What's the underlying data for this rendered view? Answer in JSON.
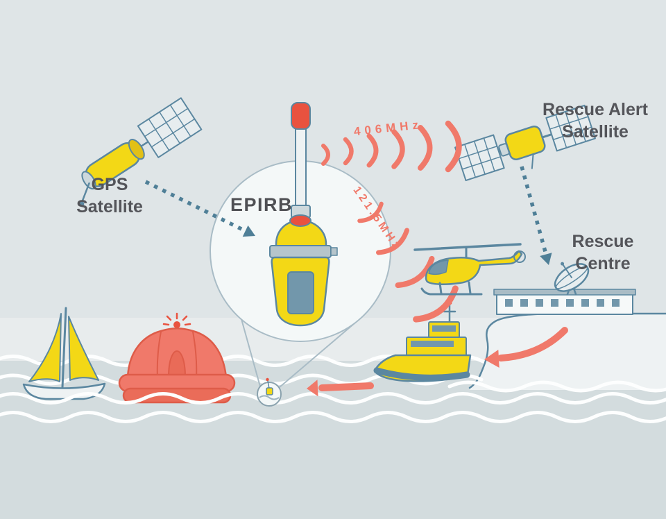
{
  "title": "EPIRB distress beacon rescue system diagram",
  "labels": {
    "gps": {
      "line1": "GPS",
      "line2": "Satellite"
    },
    "rescue_alert": {
      "line1": "Rescue Alert",
      "line2": "Satellite"
    },
    "rescue_centre": {
      "line1": "Rescue",
      "line2": "Centre"
    },
    "epirb": "EPIRB",
    "freq_primary": "406MHz",
    "freq_secondary": "121.5MHz"
  },
  "colors": {
    "background": "#dfe5e7",
    "sea": "#d3dcde",
    "wave_foam": "#fdfefe",
    "device_yellow": "#f3d816",
    "signal_salmon": "#f0796a",
    "alert_red": "#e9523f",
    "outline_slate": "#5b87a0",
    "label_text": "#54555a",
    "panel_fill": "#e7edef",
    "window_blue": "#7297ab"
  },
  "icons": [
    "gps-satellite-icon",
    "rescue-alert-satellite-icon",
    "epirb-device",
    "magnifier-circle",
    "radio-waves-406-icon",
    "radio-waves-121-icon",
    "helicopter-icon",
    "rescue-centre-building",
    "satellite-dish-icon",
    "lifeboat-icon",
    "life-raft-icon",
    "sailboat-icon",
    "floating-epirb-icon",
    "dotted-arrow-gps-to-epirb",
    "dotted-arrow-satellite-to-centre",
    "arrow-centre-to-lifeboat",
    "arrow-lifeboat-to-epirb"
  ]
}
